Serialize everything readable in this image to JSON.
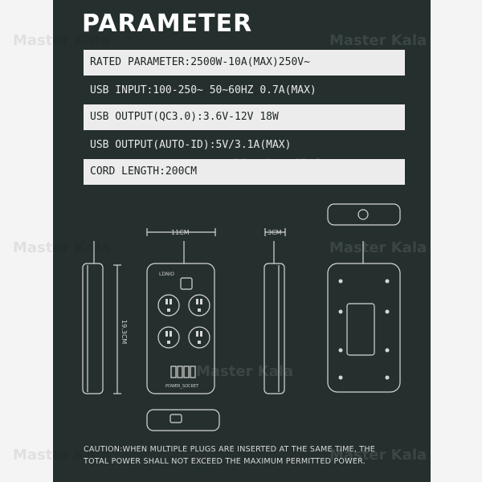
{
  "title": "PARAMETER",
  "params": [
    {
      "text": "RATED PARAMETER:2500W-10A(MAX)250V~",
      "style": "light"
    },
    {
      "text": "USB INPUT:100-250~ 50~60HZ 0.7A(MAX)",
      "style": "dark"
    },
    {
      "text": "USB OUTPUT(QC3.0):3.6V-12V 18W",
      "style": "light"
    },
    {
      "text": "USB OUTPUT(AUTO-ID):5V/3.1A(MAX)",
      "style": "dark"
    },
    {
      "text": "CORD LENGTH:200CM",
      "style": "light"
    }
  ],
  "dimensions": {
    "width_label": "11CM",
    "depth_label": "3CM",
    "height_label": "19.3CM"
  },
  "product": {
    "brand_label": "LDNIO",
    "panel_label": "POWER_SOCKET"
  },
  "watermark": "Master Kala",
  "caution": {
    "line1": "CAUTION:WHEN MULTIPLE PLUGS ARE INSERTED AT THE SAME TIME, THE",
    "line2": "TOTAL POWER SHALL NOT EXCEED THE MAXIMUM PERMITTED POWER."
  },
  "colors": {
    "panel_bg": "#25302e",
    "light_row": "#ececec"
  }
}
